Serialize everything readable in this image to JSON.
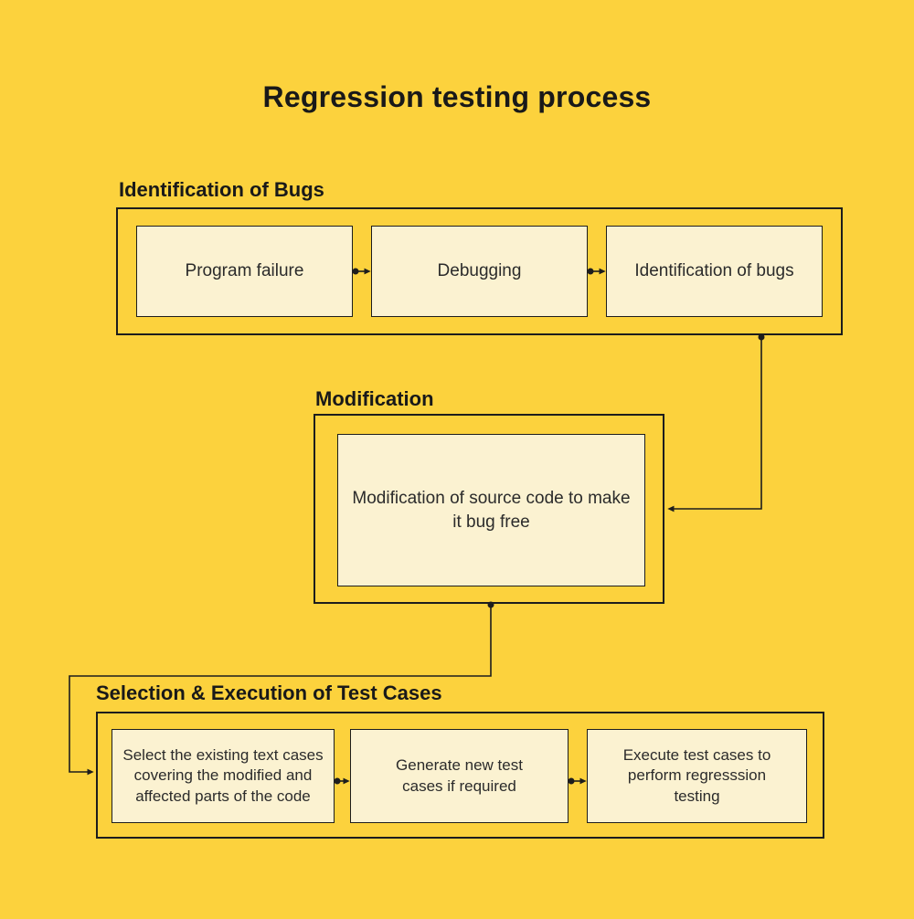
{
  "title": "Regression testing process",
  "sections": [
    {
      "heading": "Identification of Bugs",
      "boxes": [
        "Program failure",
        "Debugging",
        "Identification of bugs"
      ]
    },
    {
      "heading": "Modification",
      "boxes": [
        "Modification of source code to make it bug free"
      ]
    },
    {
      "heading": "Selection & Execution of Test Cases",
      "boxes": [
        "Select the existing text cases covering the modified and affected parts of the code",
        "Generate new test cases if required",
        "Execute test cases to perform regresssion testing"
      ]
    }
  ],
  "colors": {
    "background": "#FCD23D",
    "box_fill": "#FBF2D1",
    "line": "#1D1D1D",
    "text": "#2B2B2B"
  }
}
